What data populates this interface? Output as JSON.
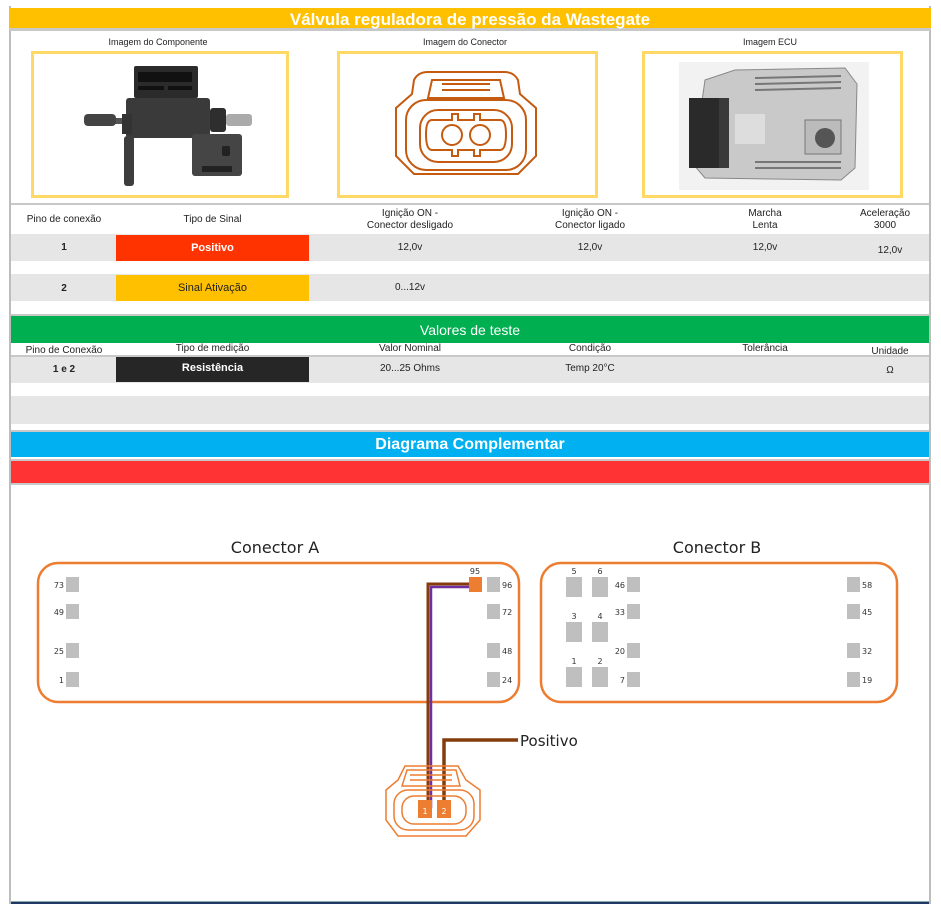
{
  "title": "Válvula reguladora de pressão da Wastegate",
  "images": {
    "component_label": "Imagem do Componente",
    "connector_label": "Imagem do Conector",
    "ecu_label": "Imagem ECU"
  },
  "signal_table": {
    "headers": [
      "Pino de conexão",
      "Tipo de Sinal",
      "Ignição ON -\nConector desligado",
      "Ignição ON -\nConector ligado",
      "Marcha\nLenta",
      "Aceleração\n3000"
    ],
    "rows": [
      {
        "pin": "1",
        "signal": "Positivo",
        "signal_color": "#ff3300",
        "ign_off": "12,0v",
        "ign_on": "12,0v",
        "idle": "12,0v",
        "accel": "12,0v"
      },
      {
        "pin": "2",
        "signal": "Sinal Ativação",
        "signal_color": "#ffc000",
        "ign_off": "0...12v",
        "ign_on": "",
        "idle": "",
        "accel": ""
      }
    ]
  },
  "test_values": {
    "title": "Valores de teste",
    "headers": [
      "Pino de Conexão",
      "Tipo de medição",
      "Valor Nominal",
      "Condição",
      "Tolerância",
      "Unidade"
    ],
    "rows": [
      {
        "pin": "1 e 2",
        "type": "Resistência",
        "type_color": "#262626",
        "nominal": "20...25 Ohms",
        "condition": "Temp 20°C",
        "tolerance": "",
        "unit": "Ω"
      }
    ]
  },
  "diagram": {
    "title": "Diagrama Complementar",
    "connector_a": {
      "label": "Conector A",
      "left_pins": [
        "73",
        "49",
        "25",
        "1"
      ],
      "right_pins": [
        "96",
        "72",
        "48",
        "24"
      ],
      "active_pin": "95"
    },
    "connector_b": {
      "label": "Conector B",
      "large_pins": [
        "5",
        "6",
        "3",
        "4",
        "1",
        "2"
      ],
      "mid_pins": [
        "46",
        "33",
        "20",
        "7"
      ],
      "right_pins": [
        "58",
        "45",
        "32",
        "19"
      ]
    },
    "component_connector_pins": [
      "1",
      "2"
    ],
    "wire_label": "Positivo",
    "colors": {
      "orange": "#ed7d31",
      "purple": "#7030a0",
      "brown": "#843c0c",
      "pin_gray": "#bfbfbf"
    }
  }
}
